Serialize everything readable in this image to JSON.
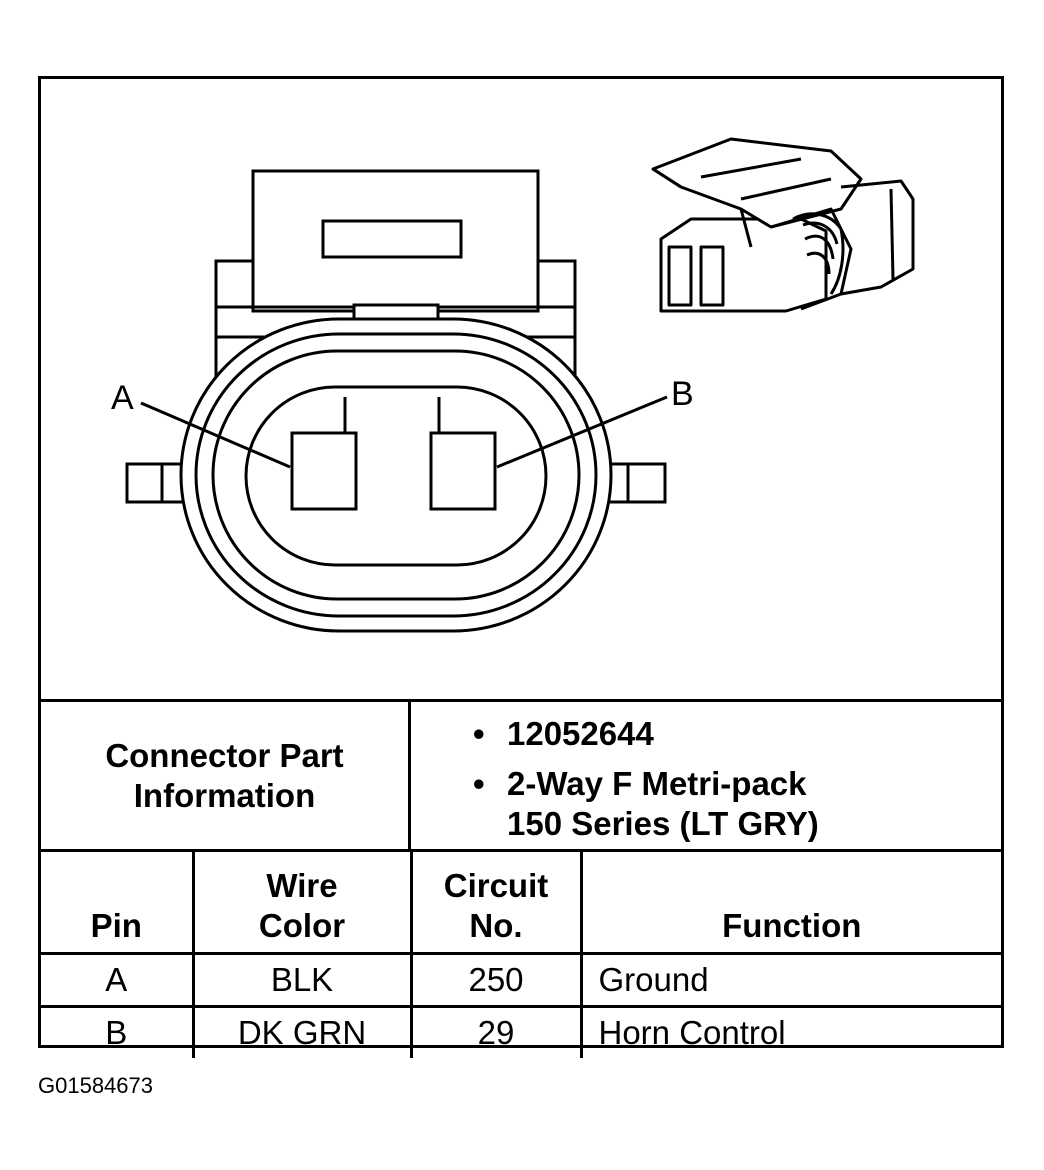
{
  "diagram": {
    "pin_labels": [
      "A",
      "B"
    ],
    "icons": [
      "connector-face-drawing",
      "connector-3d-icon"
    ]
  },
  "info": {
    "label_line1": "Connector Part",
    "label_line2": "Information",
    "bullet1": "12052644",
    "bullet2_line1": "2-Way F Metri-pack",
    "bullet2_line2": "150 Series (LT GRY)",
    "bullet_symbol": "•"
  },
  "table": {
    "headers": {
      "pin": "Pin",
      "wire_line1": "Wire",
      "wire_line2": "Color",
      "circuit_line1": "Circuit",
      "circuit_line2": "No.",
      "function": "Function"
    },
    "rows": [
      {
        "pin": "A",
        "wire": "BLK",
        "circuit": "250",
        "function": "Ground"
      },
      {
        "pin": "B",
        "wire": "DK GRN",
        "circuit": "29",
        "function": "Horn Control"
      }
    ]
  },
  "figure_code": "G01584673"
}
